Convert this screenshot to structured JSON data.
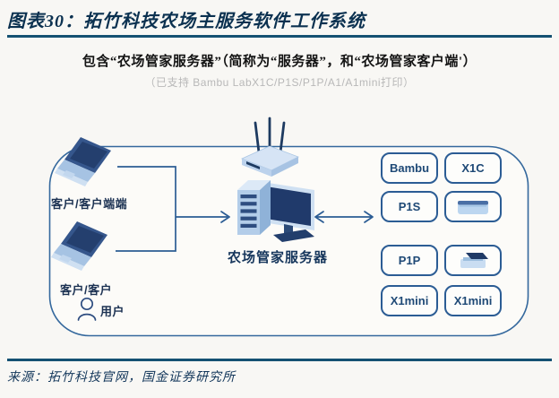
{
  "header": {
    "title": "图表30：拓竹科技农场主服务软件工作系统",
    "subtitle": "包含“农场管家服务器”（简称为“服务器”，和“农场管家客户端'）",
    "support_note": "（已支持 Bambu LabX1C/P1S/P1P/A1/A1mini打印）"
  },
  "diagram": {
    "client1_label": "客户/客户端端",
    "client2_label": "客户/客户",
    "user_label": "用户",
    "server_label": "农场管家服务器",
    "printer_boxes": [
      {
        "label": "Bambu"
      },
      {
        "label": "X1C"
      },
      {
        "label": "P1S"
      },
      {
        "icon": "printer-box-icon"
      },
      {
        "label": "P1P"
      },
      {
        "icon": "printer-3d-icon"
      },
      {
        "label": "X1mini"
      },
      {
        "label": "X1mini"
      }
    ]
  },
  "footer": {
    "source": "来源：拓竹科技官网，国金证券研究所"
  },
  "colors": {
    "divider_navy": "#155172",
    "line_blue": "#2b5c94",
    "box_border_blue": "#2b5c94",
    "icon_dark_navy": "#2e4d80",
    "icon_light_blue": "#cfe0f2",
    "note_gray": "#b8b8b8",
    "title_navy": "#0b3150"
  }
}
